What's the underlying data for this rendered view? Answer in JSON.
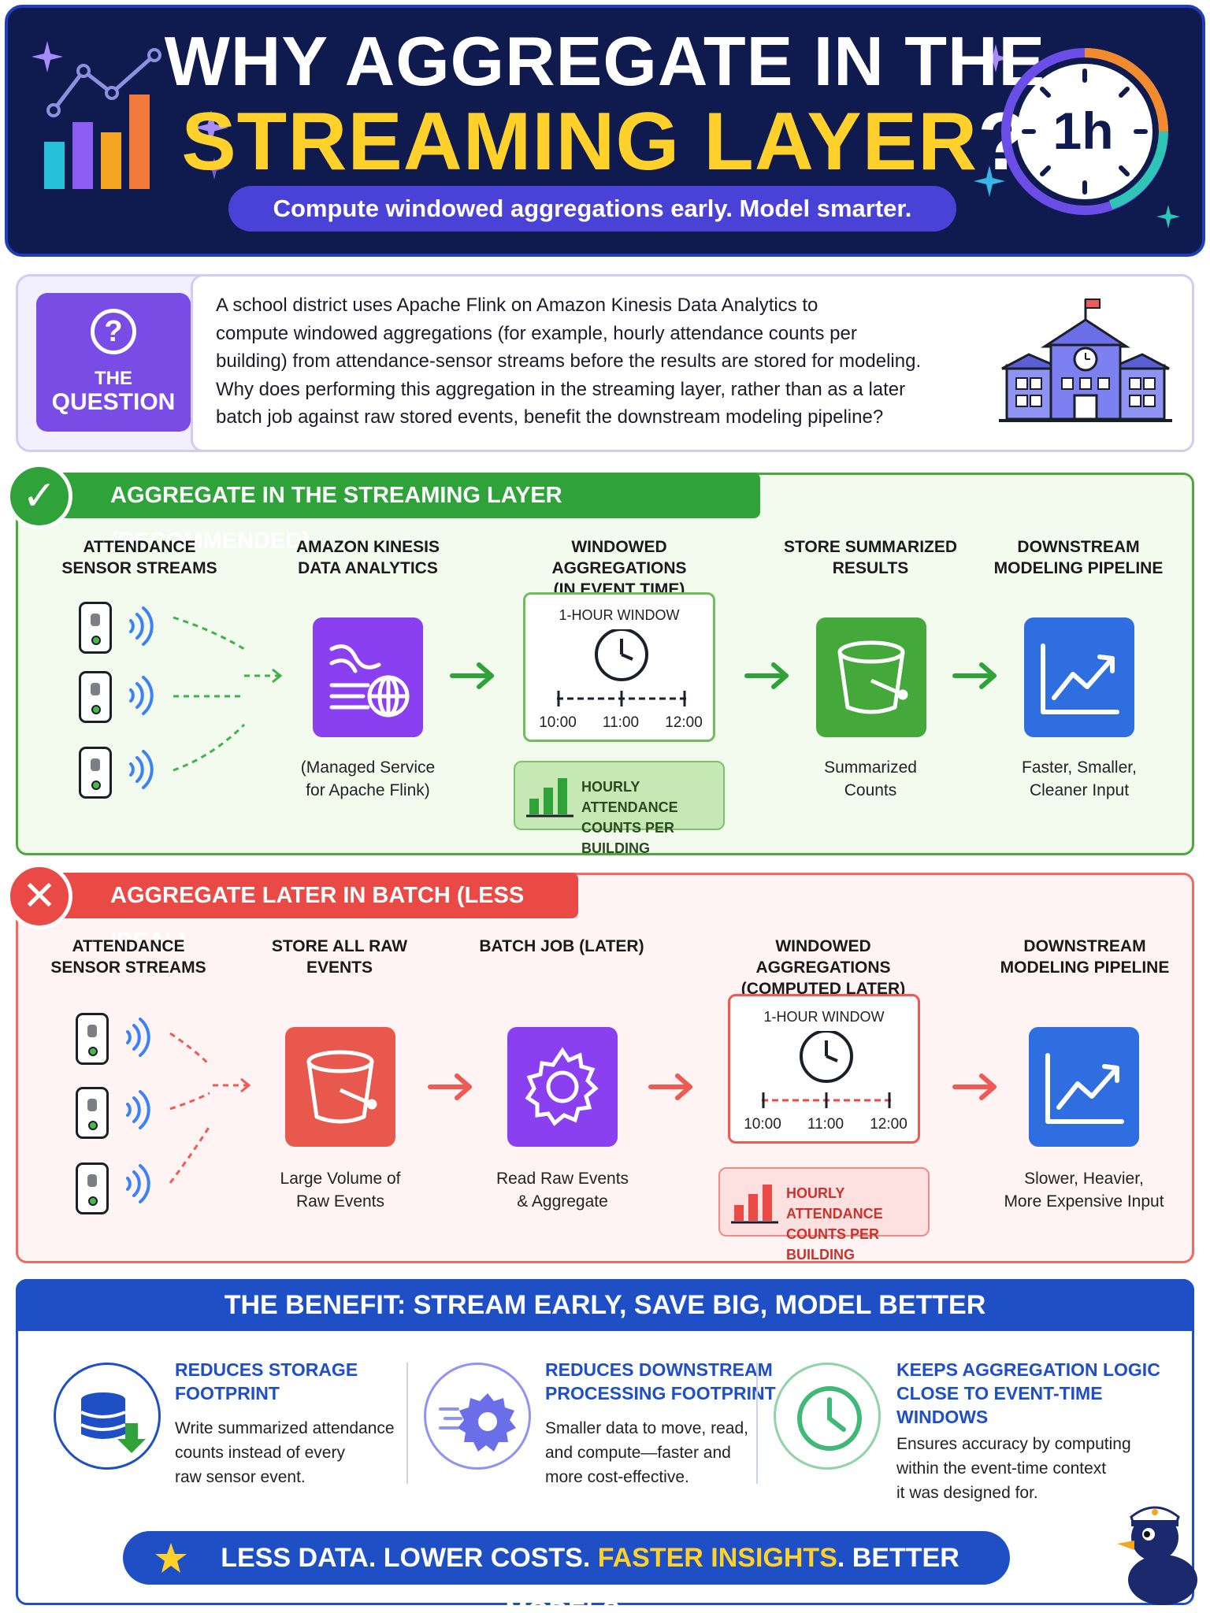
{
  "header": {
    "title_line1": "WHY AGGREGATE IN THE",
    "title_line2": "STREAMING LAYER",
    "title_line2_mark": "?",
    "subtitle": "Compute windowed aggregations early. Model smarter.",
    "clock_label": "1h"
  },
  "question": {
    "badge_symbol": "?",
    "badge_line1": "THE",
    "badge_line2": "QUESTION",
    "text_lines": [
      "A school district uses Apache Flink on Amazon Kinesis Data Analytics to",
      "compute windowed aggregations (for example, hourly attendance counts per",
      "building) from attendance-sensor streams before the results are stored for modeling.",
      "Why does performing this aggregation in the streaming layer, rather than as a later",
      "batch job against raw stored events, benefit the downstream modeling pipeline?"
    ]
  },
  "streaming": {
    "badge": "✓",
    "title": "AGGREGATE IN THE STREAMING LAYER (RECOMMENDED)",
    "stages": [
      {
        "h1": "ATTENDANCE",
        "h2": "SENSOR STREAMS"
      },
      {
        "h1": "AMAZON KINESIS",
        "h2": "DATA ANALYTICS",
        "cap1": "(Managed Service",
        "cap2": "for Apache Flink)"
      },
      {
        "h1": "WINDOWED AGGREGATIONS",
        "h2": "(IN EVENT TIME)"
      },
      {
        "h1": "STORE SUMMARIZED",
        "h2": "RESULTS",
        "cap1": "Summarized",
        "cap2": "Counts"
      },
      {
        "h1": "DOWNSTREAM",
        "h2": "MODELING PIPELINE",
        "cap1": "Faster, Smaller,",
        "cap2": "Cleaner Input"
      }
    ],
    "window_title": "1-HOUR WINDOW",
    "times": [
      "10:00",
      "11:00",
      "12:00"
    ],
    "counts_line1": "HOURLY ATTENDANCE",
    "counts_line2": "COUNTS PER BUILDING"
  },
  "batch": {
    "badge": "✕",
    "title": "AGGREGATE LATER IN BATCH (LESS IDEAL)",
    "stages": [
      {
        "h1": "ATTENDANCE",
        "h2": "SENSOR STREAMS"
      },
      {
        "h1": "STORE ALL RAW",
        "h2": "EVENTS",
        "cap1": "Large Volume of",
        "cap2": "Raw Events"
      },
      {
        "h1": "BATCH JOB (LATER)",
        "h2": "",
        "cap1": "Read Raw Events",
        "cap2": "& Aggregate"
      },
      {
        "h1": "WINDOWED AGGREGATIONS",
        "h2": "(COMPUTED LATER)"
      },
      {
        "h1": "DOWNSTREAM",
        "h2": "MODELING PIPELINE",
        "cap1": "Slower, Heavier,",
        "cap2": "More Expensive Input"
      }
    ],
    "window_title": "1-HOUR WINDOW",
    "times": [
      "10:00",
      "11:00",
      "12:00"
    ],
    "counts_line1": "HOURLY ATTENDANCE",
    "counts_line2": "COUNTS PER BUILDING"
  },
  "benefit": {
    "title": "THE BENEFIT: STREAM EARLY, SAVE BIG, MODEL BETTER",
    "items": [
      {
        "icon": "database-download-icon",
        "h1": "REDUCES STORAGE",
        "h2": "FOOTPRINT",
        "h3": "",
        "b1": "Write summarized attendance",
        "b2": "counts instead of every",
        "b3": "raw sensor event."
      },
      {
        "icon": "gear-speed-icon",
        "h1": "REDUCES DOWNSTREAM",
        "h2": "PROCESSING FOOTPRINT",
        "h3": "",
        "b1": "Smaller data to move, read,",
        "b2": "and compute—faster and",
        "b3": "more cost-effective."
      },
      {
        "icon": "clock-icon",
        "h1": "KEEPS AGGREGATION LOGIC",
        "h2": "CLOSE TO EVENT-TIME",
        "h3": "WINDOWS",
        "b1": "Ensures accuracy by computing",
        "b2": "within the event-time context",
        "b3": "it was designed for."
      }
    ],
    "footer_a": "LESS DATA. LOWER COSTS. ",
    "footer_b": "FASTER INSIGHTS",
    "footer_c": ". BETTER MODELS."
  },
  "colors": {
    "navy": "#0f1b4e",
    "gold": "#ffd12a",
    "green": "#2fa23a",
    "red": "#e94a45",
    "blue": "#1e4fc4",
    "purple": "#8a3ff0"
  }
}
